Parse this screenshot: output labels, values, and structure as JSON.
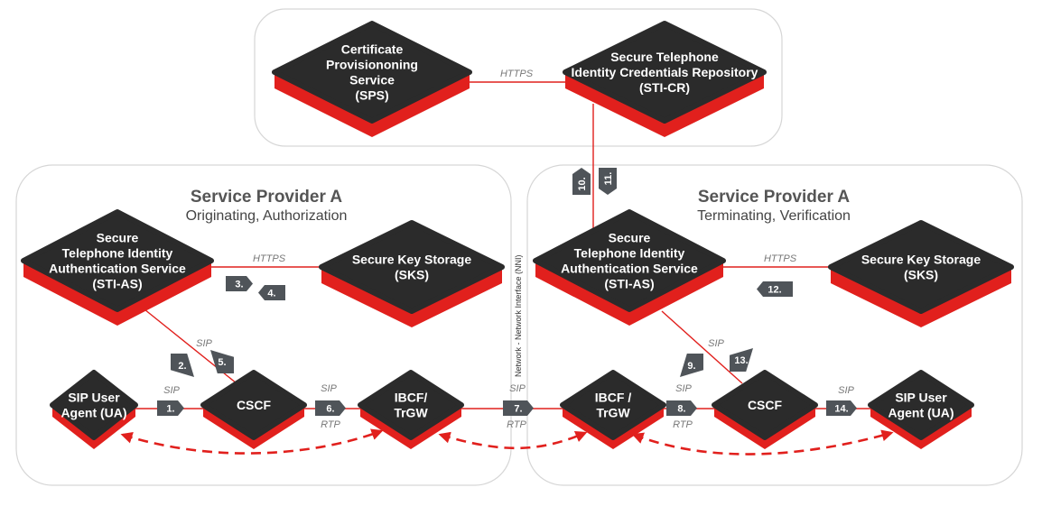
{
  "groups": {
    "top": {},
    "left": {
      "title": "Service Provider A",
      "subtitle": "Originating, Authorization"
    },
    "right": {
      "title": "Service Provider A",
      "subtitle": "Terminating, Verification"
    }
  },
  "nodes": {
    "sps": {
      "lines": [
        "Certificate",
        "Provisiononing",
        "Service",
        "(SPS)"
      ]
    },
    "sticr": {
      "lines": [
        "Secure Telephone",
        "Identity Credentials Repository",
        "(STI-CR)"
      ]
    },
    "stias_left": {
      "lines": [
        "Secure",
        "Telephone Identity",
        "Authentication Service",
        "(STI-AS)"
      ]
    },
    "sks_left": {
      "lines": [
        "Secure Key Storage",
        "(SKS)"
      ]
    },
    "ua_left": {
      "lines": [
        "SIP User",
        "Agent (UA)"
      ]
    },
    "cscf_left": {
      "lines": [
        "CSCF"
      ]
    },
    "ibcf_left": {
      "lines": [
        "IBCF/",
        "TrGW"
      ]
    },
    "stias_right": {
      "lines": [
        "Secure",
        "Telephone Identity",
        "Authentication Service",
        "(STI-AS)"
      ]
    },
    "sks_right": {
      "lines": [
        "Secure Key Storage",
        "(SKS)"
      ]
    },
    "ibcf_right": {
      "lines": [
        "IBCF /",
        "TrGW"
      ]
    },
    "cscf_right": {
      "lines": [
        "CSCF"
      ]
    },
    "ua_right": {
      "lines": [
        "SIP User",
        "Agent (UA)"
      ]
    }
  },
  "protocols": {
    "https_top": "HTTPS",
    "https_left": "HTTPS",
    "https_right": "HTTPS",
    "sip_stias_cscf_left": "SIP",
    "sip_ua_cscf_left": "SIP",
    "sip_cscf_ibcf_left": "SIP",
    "rtp_cscf_ibcf_left": "RTP",
    "sip_nni": "SIP",
    "rtp_nni": "RTP",
    "sip_ibcf_cscf_right": "SIP",
    "rtp_ibcf_cscf_right": "RTP",
    "sip_stias_cscf_right": "SIP",
    "sip_cscf_ua_right": "SIP"
  },
  "steps": {
    "s1": "1.",
    "s2": "2.",
    "s3": "3.",
    "s4": "4.",
    "s5": "5.",
    "s6": "6.",
    "s7": "7.",
    "s8": "8.",
    "s9": "9.",
    "s10": "10.",
    "s11": "11.",
    "s12": "12.",
    "s13": "13.",
    "s14": "14."
  },
  "nni_label": "Network - Network Interface  (NNI)",
  "colors": {
    "node_top": "#2b2b2b",
    "node_side": "#e1201d",
    "line": "#e1201d",
    "step_bg": "#4f5459",
    "group_border": "#d6d6d6"
  }
}
